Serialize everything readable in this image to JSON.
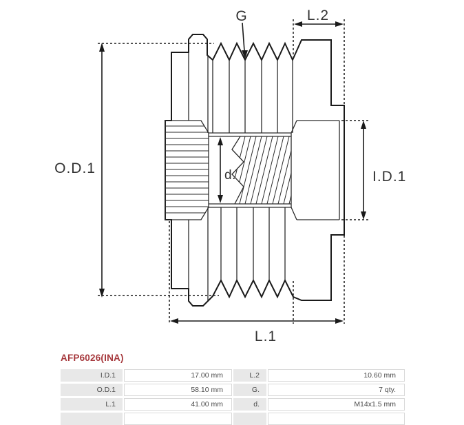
{
  "drawing": {
    "labels": {
      "od1": "O.D.1",
      "id1": "I.D.1",
      "l1": "L.1",
      "l2": "L.2",
      "groove": "G",
      "bore": "d."
    }
  },
  "part": {
    "number": "AFP6026(INA)"
  },
  "spec_table": {
    "rows": [
      {
        "label_left": "I.D.1",
        "value_left": "17.00 mm",
        "label_right": "L.2",
        "value_right": "10.60 mm"
      },
      {
        "label_left": "O.D.1",
        "value_left": "58.10 mm",
        "label_right": "G.",
        "value_right": "7 qty."
      },
      {
        "label_left": "L.1",
        "value_left": "41.00 mm",
        "label_right": "d.",
        "value_right": "M14x1.5 mm"
      }
    ]
  },
  "colors": {
    "accent_red": "#a6383c",
    "line": "#1a1a1a",
    "table_label_bg": "#e8e8e8",
    "table_border": "#d9d9d9"
  }
}
